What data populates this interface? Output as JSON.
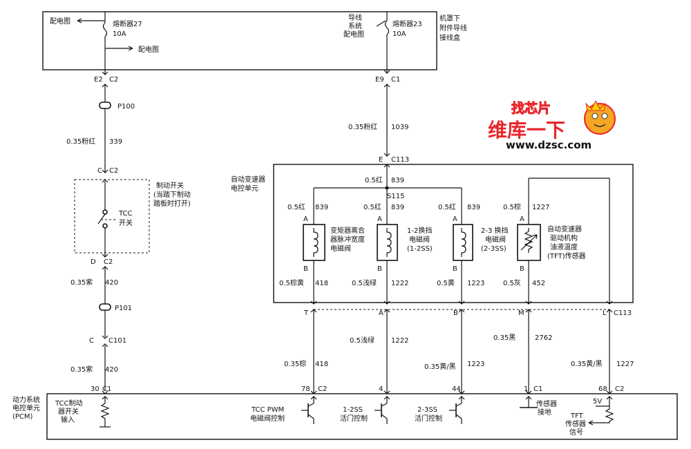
{
  "fuse_box": {
    "left_arrow_label": "配电图",
    "fuse27_name": "熔断器27",
    "fuse27_rating": "10A",
    "fuse27_arrow_label": "配电图",
    "right_note_line1": "导线",
    "right_note_line2": "系统",
    "right_note_line3": "配电图",
    "fuse23_name": "熔断器23",
    "fuse23_rating": "10A",
    "box_label_line1": "机罩下",
    "box_label_line2": "附件导线",
    "box_label_line3": "接线盒"
  },
  "left_circuit": {
    "e2_pin": "E2",
    "e2_conn": "C2",
    "p100": "P100",
    "wire1_spec": "0.35粉红",
    "wire1_num": "339",
    "c_pin": "C",
    "c_conn": "C2",
    "brake_label_line1": "制动开关",
    "brake_label_line2": "(当踏下制动",
    "brake_label_line3": "踏板时打开)",
    "tcc_label": "TCC",
    "tcc_switch": "开关",
    "d_pin": "D",
    "d_conn": "C2",
    "wire2_spec": "0.35紫",
    "wire2_num": "420",
    "p101": "P101",
    "c101_pin": "C",
    "c101_conn": "C101",
    "wire3_spec": "0.35紫",
    "wire3_num": "420",
    "pin30": "30",
    "pin30_conn": "C1"
  },
  "right_feed": {
    "e9_pin": "E9",
    "e9_conn": "C1",
    "wire_spec": "0.35粉红",
    "wire_num": "1039",
    "e_pin": "E",
    "e_conn": "C113"
  },
  "trans_unit": {
    "label_line1": "自动变速器",
    "label_line2": "电控单元",
    "top_wire_spec": "0.5红",
    "top_wire_num": "839",
    "splice": "S115",
    "sol1_wire_spec": "0.5红",
    "sol1_wire_num": "839",
    "sol1_a": "A",
    "sol1_b": "B",
    "sol1_name_line1": "变矩器离合",
    "sol1_name_line2": "器脉冲宽度",
    "sol1_name_line3": "电磁阀",
    "sol1_out_spec": "0.5棕黄",
    "sol1_out_num": "418",
    "sol2_wire_spec": "0.5红",
    "sol2_wire_num": "839",
    "sol2_a": "A",
    "sol2_b": "B",
    "sol2_name_line1": "1-2换挡",
    "sol2_name_line2": "电磁阀",
    "sol2_name_line3": "(1-2SS)",
    "sol2_out_spec": "0.5浅绿",
    "sol2_out_num": "1222",
    "sol3_wire_spec": "0.5红",
    "sol3_wire_num": "839",
    "sol3_a": "A",
    "sol3_b": "B",
    "sol3_name_line1": "2-3 换挡",
    "sol3_name_line2": "电磁阀",
    "sol3_name_line3": "(2-3SS)",
    "sol3_out_spec": "0.5黄",
    "sol3_out_num": "1223",
    "tft_wire_spec": "0.5棕",
    "tft_wire_num": "1227",
    "tft_a": "A",
    "tft_b": "B",
    "tft_name_line1": "自动变速器",
    "tft_name_line2": "驱动机构",
    "tft_name_line3": "油液温度",
    "tft_name_line4": "(TFT)传感器",
    "tft_out_spec": "0.5灰",
    "tft_out_num": "452"
  },
  "c113_connector": {
    "pin_t": "T",
    "pin_a": "A",
    "pin_b": "B",
    "pin_m": "M",
    "pin_l": "L",
    "conn_label": "C113"
  },
  "harness": {
    "w1_spec": "0.35棕",
    "w1_num": "418",
    "w2_spec": "0.5浅绿",
    "w2_num": "1222",
    "w3_spec": "0.35黄/黑",
    "w3_num": "1223",
    "w4_spec": "0.35黑",
    "w4_num": "2762",
    "w5_spec": "0.35黄/黑",
    "w5_num": "1227"
  },
  "pcm": {
    "label_line1": "动力系统",
    "label_line2": "电控单元",
    "label_line3": "(PCM)",
    "pin78": "78",
    "pin78_conn": "C2",
    "pin4": "4",
    "pin44": "44",
    "pin1": "1",
    "pin1_conn": "C1",
    "pin68": "68",
    "pin68_conn": "C2",
    "brake_input_line1": "TCC制动",
    "brake_input_line2": "器开关",
    "brake_input_line3": "输入",
    "tcc_pwm_line1": "TCC  PWM",
    "tcc_pwm_line2": "电磁阀控制",
    "ss12_line1": "1-2SS",
    "ss12_line2": "活门控制",
    "ss23_line1": "2-3SS",
    "ss23_line2": "活门控制",
    "ground_line1": "传感器",
    "ground_line2": "接地",
    "vref": "5V",
    "tft_signal_line1": "TFT",
    "tft_signal_line2": "传感器",
    "tft_signal_line3": "信号"
  },
  "watermark": {
    "top_text": "找芯片",
    "main_text": "维库一下",
    "url": "www.dzsc.com"
  }
}
